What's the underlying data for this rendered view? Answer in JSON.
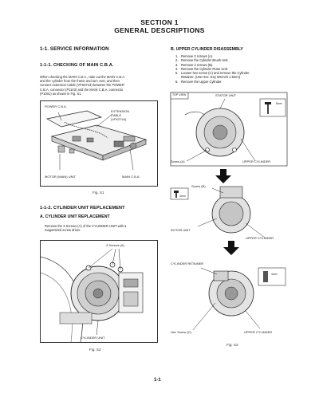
{
  "header": {
    "section": "SECTION 1",
    "title": "GENERAL DESCRIPTIONS"
  },
  "left": {
    "heading_service": "1-1. SERVICE INFORMATION",
    "heading_check": "1-1-1. CHECKING OF MAIN C.B.A.",
    "check_paragraph": [
      "When checking the MAIN C.B.A., take out the MAIN C.B.A.",
      "and the cylinder from the frame and turn over, and then",
      "connect extension Cable (VFK0744) between the POWER",
      "C.B.A. connector (P1103) and the MAIN C.B.A. connector",
      "(P1001) as shown in Fig. S1."
    ],
    "fig1": {
      "label_power": "POWER C.B.A.",
      "label_ext_1": "EXTENSION",
      "label_ext_2": "CABLE",
      "label_ext_3": "(VFK0744)",
      "label_cylinder": "MOTOR (MAIN) UNIT",
      "label_main": "MAIN C.B.A.",
      "caption": "Fig. S1"
    },
    "heading_cyl": "1-1-2. CYLINDER UNIT REPLACEMENT",
    "heading_a": "A. CYLINDER UNIT REPLACEMENT",
    "a_paragraph": [
      "Remove the 3 Screws (A) of the CYLINDER UNIT with a",
      "magnetized screw driver."
    ],
    "fig2": {
      "label_screws": "3 Screws (A)",
      "label_unit": "CYLINDER UNIT",
      "caption": "Fig. S2"
    }
  },
  "right": {
    "heading_b": "B. UPPER CYLINDER DISASSEMBLY",
    "steps": [
      {
        "n": "1.",
        "text": "Remove 2 screws (A)."
      },
      {
        "n": "2.",
        "text": "Remove the Cylinder Brush Unit."
      },
      {
        "n": "3.",
        "text": "Remove 2 screws (B)."
      },
      {
        "n": "4.",
        "text": "Remove the Cylinder Rotor Unit."
      },
      {
        "n": "5.",
        "text": "Loosen hex screw (C) and remove the Cylinder"
      },
      {
        "n": "",
        "text": "Retainer. (Use Hex. Key Wrench 1.5mm)"
      },
      {
        "n": "6.",
        "text": "Remove the Upper Cylinder."
      }
    ],
    "fig3": {
      "label_top_view": "TOP VIEW",
      "label_stator": "STATOR UNIT",
      "label_screw_a": "Screw (A)",
      "label_upper_1": "UPPER CYLINDER",
      "label_screw_b": "Screw (B)",
      "label_rotor": "ROTOR UNIT",
      "label_upper_2": "UPPER CYLINDER",
      "label_retainer": "CYLINDER RETAINER",
      "label_hex": "Hex Screw (C)",
      "label_upper_3": "UPPER CYLINDER",
      "dim_8": "8mm",
      "dim_4a": "4mm",
      "dim_4b": "4mm",
      "caption": "Fig. S3"
    }
  },
  "footer": {
    "page_number": "1-1"
  }
}
